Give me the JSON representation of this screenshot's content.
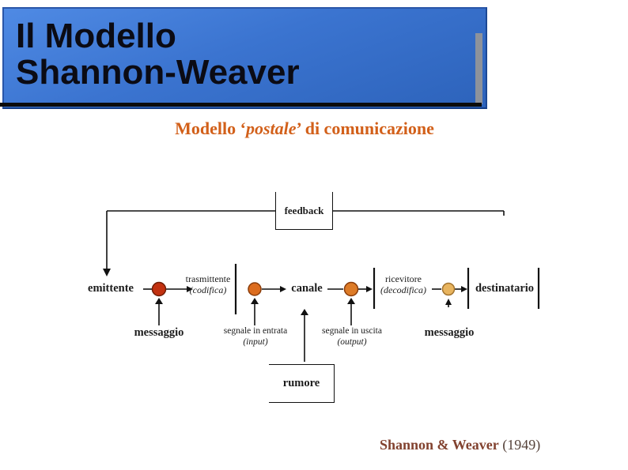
{
  "title": {
    "line1": "Il Modello",
    "line2": "Shannon-Weaver"
  },
  "subtitle": {
    "pre": "Modello ‘",
    "italic": "postale",
    "post": "’ di comunicazione"
  },
  "diagram": {
    "feedback_label": "feedback",
    "rumore_label": "rumore",
    "nodes": {
      "emittente": "emittente",
      "trasmittente": "trasmittente",
      "trasmittente_sub": "(codifica)",
      "canale": "canale",
      "ricevitore": "ricevitore",
      "ricevitore_sub": "(decodifica)",
      "destinatario": "destinatario"
    },
    "flow_labels": {
      "messaggio_left": "messaggio",
      "segnale_entrata": "segnale in entrata",
      "segnale_entrata_sub": "(input)",
      "segnale_uscita": "segnale in uscita",
      "segnale_uscita_sub": "(output)",
      "messaggio_right": "messaggio"
    },
    "dot_colors": [
      "#c23110",
      "#dc6c1e",
      "#dd7b27",
      "#e8b45e"
    ]
  },
  "footer": {
    "authors": "Shannon & Weaver",
    "year": " (1949)"
  },
  "colors": {
    "title_bg_top": "#4f8ae4",
    "title_bg_bottom": "#2d63bb",
    "title_text": "#0b0b14",
    "subtitle_text": "#d2601a",
    "footer_authors": "#82422f",
    "footer_year": "#55423a",
    "line_color": "#111111"
  }
}
